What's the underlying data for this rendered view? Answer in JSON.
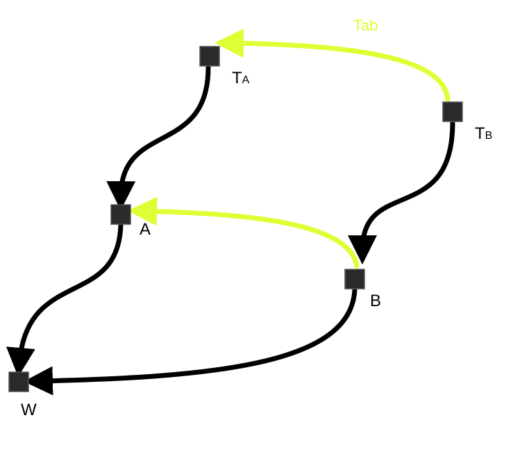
{
  "colors": {
    "node_fill": "#2a2a2a",
    "node_stroke": "#555555",
    "edge_black": "#000000",
    "edge_highlight": "#ddff33"
  },
  "nodes": {
    "TA": {
      "label": "T",
      "sub": "A"
    },
    "TB": {
      "label": "T",
      "sub": "B"
    },
    "A": {
      "label": "A"
    },
    "B": {
      "label": "B"
    },
    "W": {
      "label": "W"
    }
  },
  "edges": [
    {
      "from": "TB",
      "to": "TA",
      "label": "Tab",
      "color": "highlight"
    },
    {
      "from": "TA",
      "to": "A",
      "label": "",
      "color": "black"
    },
    {
      "from": "TB",
      "to": "B",
      "label": "",
      "color": "black"
    },
    {
      "from": "B",
      "to": "A",
      "label": "",
      "color": "highlight"
    },
    {
      "from": "A",
      "to": "W",
      "label": "",
      "color": "black"
    },
    {
      "from": "B",
      "to": "W",
      "label": "",
      "color": "black"
    }
  ]
}
